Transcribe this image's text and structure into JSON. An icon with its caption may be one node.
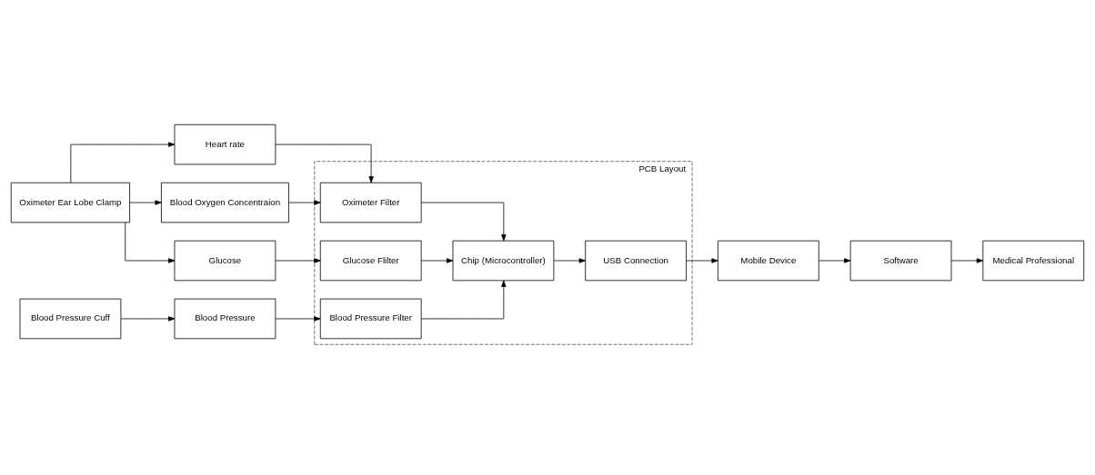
{
  "diagram": {
    "nodes": [
      {
        "text": [
          "Oximeter Ear Lobe Clamp"
        ]
      },
      {
        "text": [
          "Heart rate"
        ]
      },
      {
        "text": [
          "Blood Oxygen Concentraion"
        ]
      },
      {
        "text": [
          "Glucose"
        ]
      },
      {
        "text": [
          "PCB Layout"
        ]
      },
      {
        "text": [
          "Oximeter Filter"
        ],
        "in": 4
      },
      {
        "text": [
          "Chip (Microcontroller)"
        ],
        "in": 4
      },
      {
        "text": [
          "Glucose Flilter"
        ],
        "in": 4
      },
      {
        "text": [
          "Blood Pressure Filter"
        ],
        "in": 4
      },
      {
        "text": [
          "USB Connection"
        ],
        "in": 4
      },
      {
        "text": [
          "Blood Pressure Cuff"
        ]
      },
      {
        "text": [
          "Blood Pressure"
        ]
      },
      {
        "text": [
          "Medical Professional"
        ]
      },
      {
        "text": [
          "Software"
        ]
      },
      {
        "text": [
          "Mobile Device"
        ]
      }
    ],
    "edges": [
      {
        "from": 0,
        "to": 1,
        "arrow": "to"
      },
      {
        "from": 0,
        "to": 2,
        "arrow": "to"
      },
      {
        "from": 0,
        "to": 3,
        "arrow": "to"
      },
      {
        "from": 1,
        "to": 5,
        "arrow": "to"
      },
      {
        "from": 2,
        "to": 5,
        "arrow": "to"
      },
      {
        "from": 3,
        "to": 7,
        "arrow": "to"
      },
      {
        "from": 10,
        "to": 11,
        "arrow": "to"
      },
      {
        "from": 11,
        "to": 8,
        "arrow": "to"
      },
      {
        "from": 5,
        "to": 6,
        "arrow": "to"
      },
      {
        "from": 7,
        "to": 6,
        "arrow": "to"
      },
      {
        "from": 8,
        "to": 6,
        "arrow": "to"
      },
      {
        "from": 6,
        "to": 9,
        "arrow": "to"
      },
      {
        "from": 9,
        "to": 14,
        "arrow": "to"
      },
      {
        "from": 14,
        "to": 13,
        "arrow": "to"
      },
      {
        "from": 13,
        "to": 12,
        "arrow": "to"
      }
    ]
  }
}
